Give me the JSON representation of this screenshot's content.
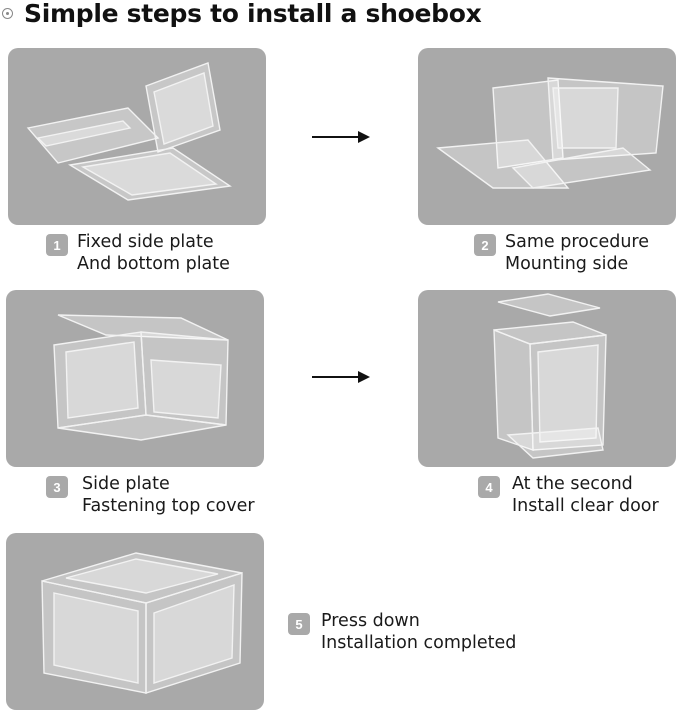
{
  "title": "Simple steps to install a shoebox",
  "icons": {
    "title": "circle-dot-icon",
    "arrow": "arrow-right-icon"
  },
  "colors": {
    "panel": "#a9a9a9",
    "badge": "#a9a9a9",
    "text": "#1a1a1a"
  },
  "steps": [
    {
      "number": "1",
      "line1": "Fixed side plate",
      "line2": "And bottom plate"
    },
    {
      "number": "2",
      "line1": "Same procedure",
      "line2": "Mounting side"
    },
    {
      "number": "3",
      "line1": "Side plate",
      "line2": "Fastening top cover"
    },
    {
      "number": "4",
      "line1": "At the second",
      "line2": "Install clear door"
    },
    {
      "number": "5",
      "line1": "Press down",
      "line2": "Installation completed"
    }
  ]
}
